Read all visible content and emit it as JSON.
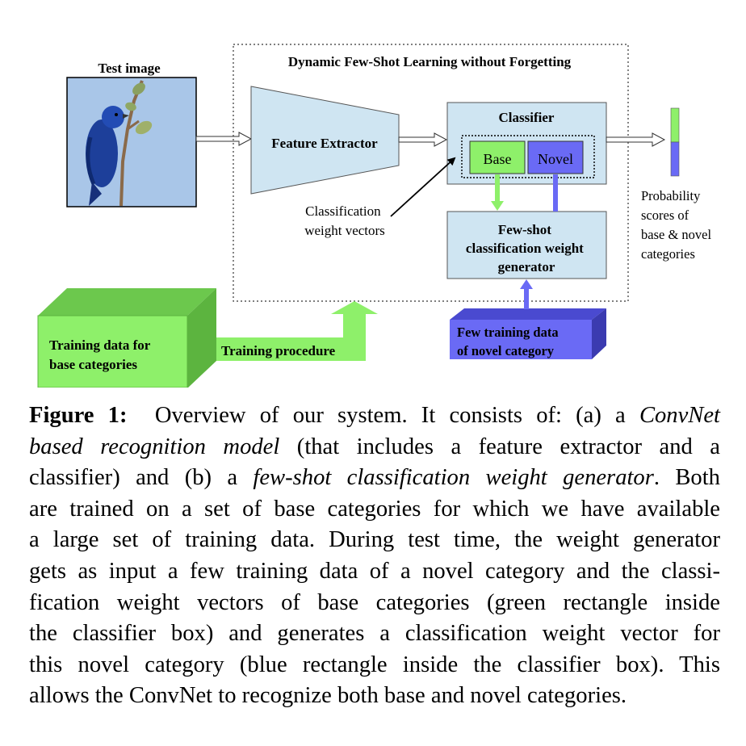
{
  "diagram": {
    "test_image_label": "Test image",
    "system_title": "Dynamic Few-Shot Learning without Forgetting",
    "feature_extractor_label": "Feature Extractor",
    "classifier_label": "Classifier",
    "base_label": "Base",
    "novel_label": "Novel",
    "weight_vectors_label": [
      "Classification",
      "weight vectors"
    ],
    "generator_label": [
      "Few-shot",
      "classification weight",
      "generator"
    ],
    "output_label": [
      "Probability",
      "scores of",
      "base & novel",
      "categories"
    ],
    "training_base_label": [
      "Training data for",
      "base categories"
    ],
    "training_procedure_label": "Training procedure",
    "few_training_label": [
      "Few training data",
      "of novel category"
    ],
    "colors": {
      "light_blue": "#cfe5f2",
      "green": "#8ef06a",
      "green_dark": "#6cc84d",
      "blue": "#6a6af5",
      "blue_dark": "#4a4ad0"
    },
    "icons": {
      "test_image": "blue-bird-photo"
    }
  },
  "caption": {
    "label": "Figure 1:",
    "l1": "Overview of our system. It consists of: (a) a",
    "l1_italic": "ConvNet",
    "l2_italic": "based recognition model",
    "l2": "(that includes a feature extractor and a",
    "l3a": "classifier) and (b) a",
    "l3_italic": "few-shot classification weight generator",
    "l3b": ". Both",
    "l4": "are trained on a set of base categories for which we have available",
    "l5": "a large set of training data. During test time, the weight generator",
    "l6": "gets as input a few training data of a novel category and the classi-",
    "l7": "fication weight vectors of base categories (green rectangle inside",
    "l8": "the classifier box) and generates a classification weight vector for",
    "l9": "this novel category (blue rectangle inside the classifier box). This",
    "l10": "allows the ConvNet to recognize both base and novel categories."
  }
}
